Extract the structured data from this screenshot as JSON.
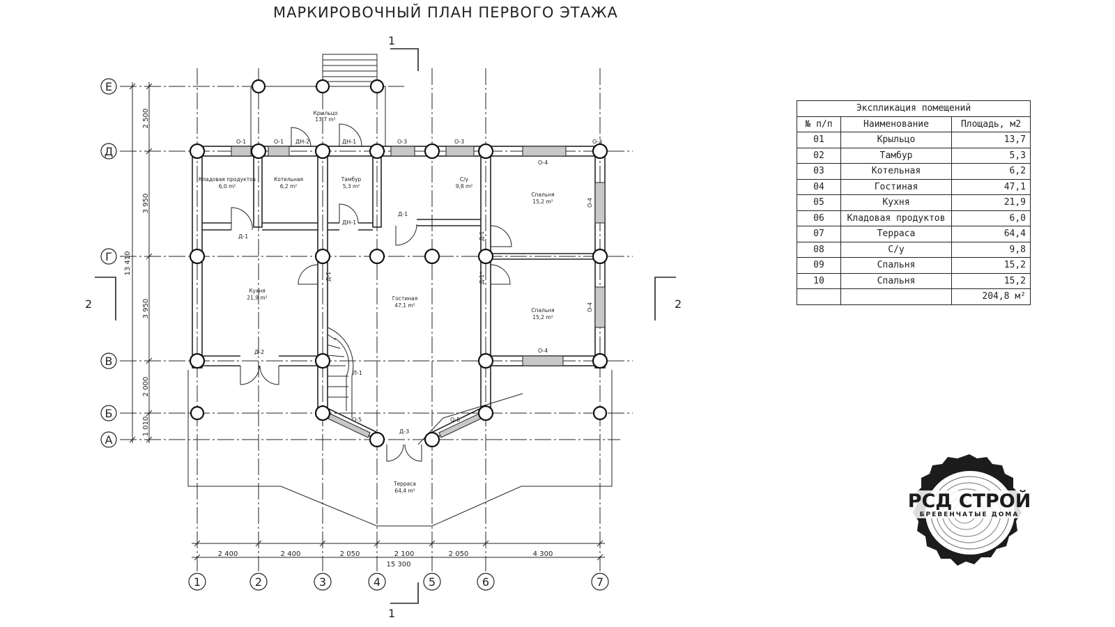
{
  "title": "МАРКИРОВОЧНЫЙ ПЛАН ПЕРВОГО ЭТАЖА",
  "axes": {
    "letters": [
      "Е",
      "Д",
      "Г",
      "В",
      "Б",
      "А"
    ],
    "numbers": [
      "1",
      "2",
      "3",
      "4",
      "5",
      "6",
      "7"
    ]
  },
  "sections": {
    "s1": "1",
    "s2": "2"
  },
  "dimensions": {
    "bottom": [
      "2 400",
      "2 400",
      "2 050",
      "2 100",
      "2 050",
      "4 300"
    ],
    "bottom_total": "15 300",
    "left": [
      "2 500",
      "3 950",
      "3 950",
      "2 000",
      "1 010"
    ],
    "left_total": "13 410"
  },
  "openings": {
    "o1a": "О-1",
    "o1b": "О-1",
    "dn2": "ДН-2",
    "dn1a": "ДН-1",
    "dn1b": "ДН-1",
    "o3a": "О-3",
    "o3b": "О-3",
    "o3c": "О-3",
    "o4top": "О-4",
    "o4r1": "О-4",
    "o4r2": "О-4",
    "o4bot": "О-4",
    "d1a": "Д-1",
    "d1b": "Д-1",
    "d1c": "Д-1",
    "d1v1": "Д-1",
    "d1v2": "Д-1*",
    "d2": "Д-2",
    "d3": "Д-3",
    "l1": "Л-1",
    "o5a": "О-5",
    "o5b": "О-5"
  },
  "rooms": [
    {
      "name": "Крыльцо",
      "area": "13,7 m²"
    },
    {
      "name": "Кладовая продуктов",
      "area": "6,0 m²"
    },
    {
      "name": "Котельная",
      "area": "6,2 m²"
    },
    {
      "name": "Тамбур",
      "area": "5,3 m²"
    },
    {
      "name": "С/у",
      "area": "9,8 m²"
    },
    {
      "name": "Спальня",
      "area": "15,2 m²"
    },
    {
      "name": "Кухня",
      "area": "21,9 m²"
    },
    {
      "name": "Гостиная",
      "area": "47,1 m²"
    },
    {
      "name": "Спальня",
      "area": "15,2 m²"
    },
    {
      "name": "Терраса",
      "area": "64,4 m²"
    }
  ],
  "explication": {
    "caption": "Экспликация помещений",
    "headers": [
      "№ п/п",
      "Наименование",
      "Площадь, м2"
    ],
    "rows": [
      [
        "01",
        "Крыльцо",
        "13,7"
      ],
      [
        "02",
        "Тамбур",
        "5,3"
      ],
      [
        "03",
        "Котельная",
        "6,2"
      ],
      [
        "04",
        "Гостиная",
        "47,1"
      ],
      [
        "05",
        "Кухня",
        "21,9"
      ],
      [
        "06",
        "Кладовая продуктов",
        "6,0"
      ],
      [
        "07",
        "Терраса",
        "64,4"
      ],
      [
        "08",
        "С/у",
        "9,8"
      ],
      [
        "09",
        "Спальня",
        "15,2"
      ],
      [
        "10",
        "Спальня",
        "15,2"
      ]
    ],
    "total": "204,8 м²"
  },
  "logo": {
    "brand": "РСД СТРОЙ",
    "tagline": "БРЕВЕНЧАТЫЕ ДОМА"
  }
}
